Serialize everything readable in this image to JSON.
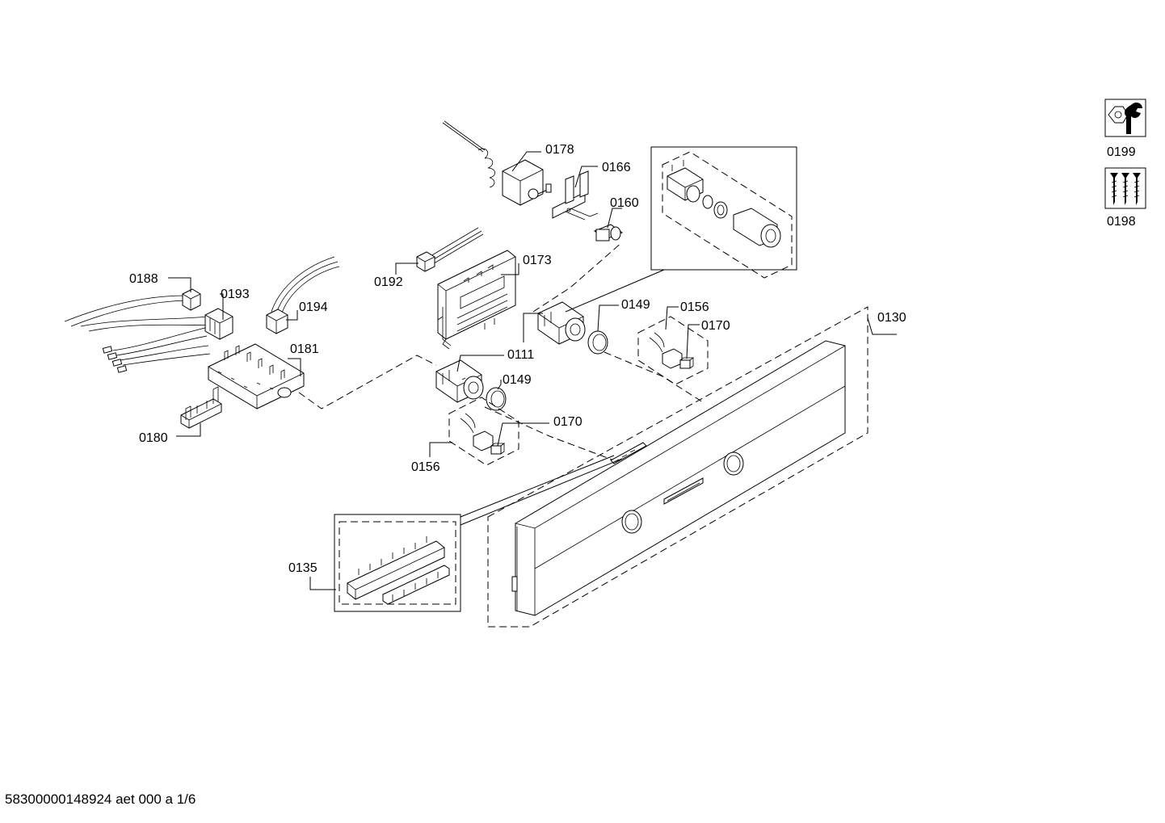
{
  "labels": {
    "p0178": "0178",
    "p0166": "0166",
    "p0160": "0160",
    "p0192": "0192",
    "p0173": "0173",
    "p0188": "0188",
    "p0193": "0193",
    "p0194": "0194",
    "p0181": "0181",
    "p0180": "0180",
    "p0111": "0111",
    "p0149a": "0149",
    "p0149b": "0149",
    "p0156a": "0156",
    "p0156b": "0156",
    "p0170a": "0170",
    "p0170b": "0170",
    "p0130": "0130",
    "p0135": "0135",
    "p0199": "0199",
    "p0198": "0198"
  },
  "icons": {
    "tool_kit": "wrench-nut-icon",
    "screw_kit": "screws-icon"
  },
  "footer": "58300000148924 aet 000 a 1/6"
}
